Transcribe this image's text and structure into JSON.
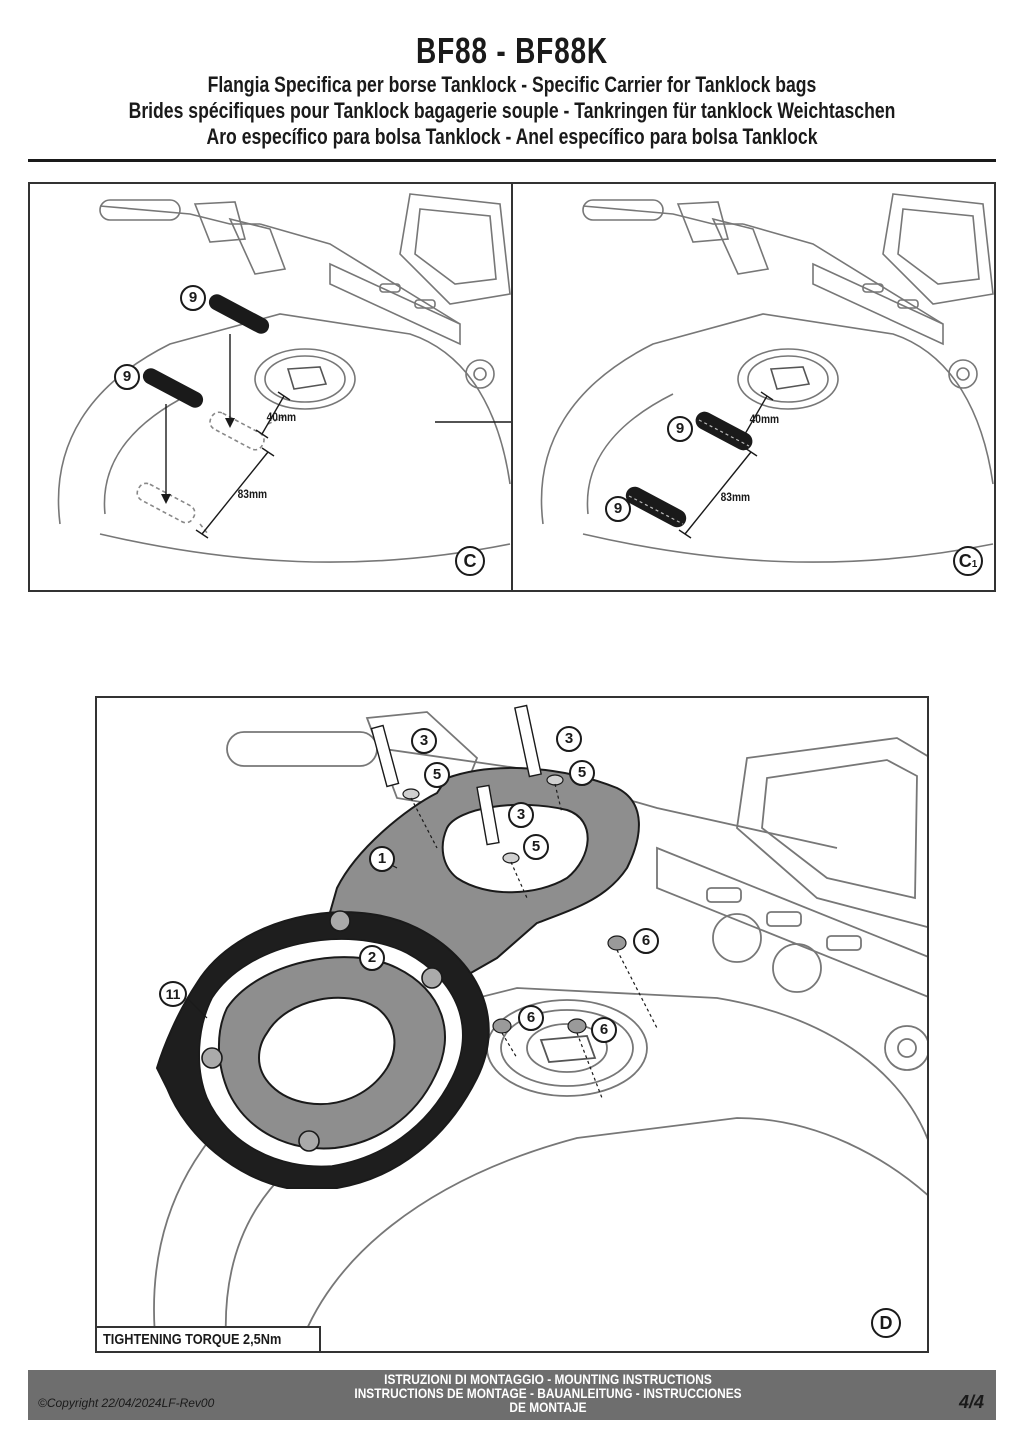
{
  "header": {
    "model": "BF88 - BF88K",
    "subtitle_1": "Flangia Specifica per borse Tanklock - Specific Carrier for Tanklock bags",
    "subtitle_2": "Brides spécifiques pour Tanklock bagagerie souple - Tankringen für tanklock Weichtaschen",
    "subtitle_3": "Aro específico para bolsa Tanklock - Anel específico para bolsa Tanklock"
  },
  "panel_c": {
    "step_label": "C",
    "part_9": "9",
    "dim_40": "40mm",
    "dim_83": "83mm"
  },
  "panel_c1": {
    "step_label": "C",
    "step_sub": "1",
    "part_9": "9",
    "dim_40": "40mm",
    "dim_83": "83mm"
  },
  "panel_d": {
    "step_label": "D",
    "torque": "TIGHTENING TORQUE 2,5Nm",
    "parts": {
      "p1": "1",
      "p2": "2",
      "p3": "3",
      "p5": "5",
      "p6": "6",
      "p11": "11"
    }
  },
  "footer": {
    "copyright": "©Copyright 22/04/2024LF-Rev00",
    "line_1": "ISTRUZIONI DI MONTAGGIO  -  MOUNTING INSTRUCTIONS",
    "line_2": "INSTRUCTIONS DE MONTAGE - BAUANLEITUNG - INSTRUCCIONES",
    "line_3": "DE MONTAJE",
    "page": "4/4"
  }
}
